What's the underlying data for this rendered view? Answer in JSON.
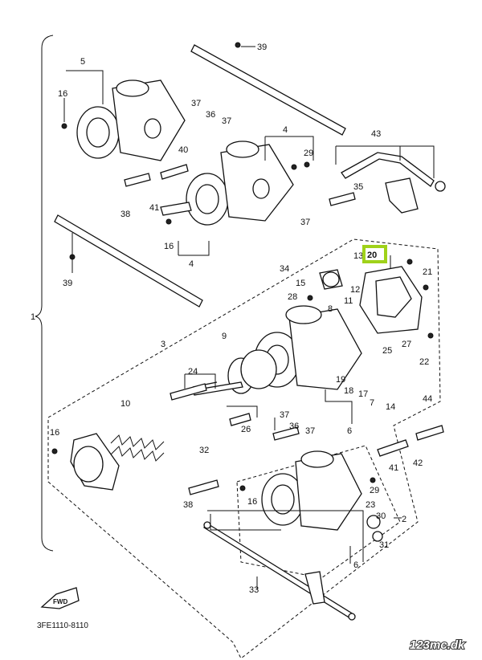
{
  "diagram": {
    "callouts": {
      "c1": "1",
      "c2": "2",
      "c3": "3",
      "c4a": "4",
      "c4b": "4",
      "c5": "5",
      "c6a": "6",
      "c6b": "6",
      "c7": "7",
      "c8": "8",
      "c9": "9",
      "c10": "10",
      "c11": "11",
      "c12": "12",
      "c13": "13",
      "c14": "14",
      "c15": "15",
      "c16a": "16",
      "c16b": "16",
      "c16c": "16",
      "c16d": "16",
      "c17": "17",
      "c18": "18",
      "c19": "19",
      "c20": "20",
      "c21": "21",
      "c22": "22",
      "c23": "23",
      "c24": "24",
      "c25": "25",
      "c26": "26",
      "c27": "27",
      "c28": "28",
      "c29a": "29",
      "c29b": "29",
      "c30": "30",
      "c31": "31",
      "c32": "32",
      "c33": "33",
      "c34": "34",
      "c35": "35",
      "c36a": "36",
      "c36b": "36",
      "c37a": "37",
      "c37b": "37",
      "c37c": "37",
      "c37d": "37",
      "c37e": "37",
      "c38a": "38",
      "c38b": "38",
      "c39a": "39",
      "c39b": "39",
      "c40": "40",
      "c41a": "41",
      "c41b": "41",
      "c42": "42",
      "c43": "43",
      "c44": "44"
    },
    "highlighted_part": "20",
    "highlight_color": "#9fd21a",
    "drawing_code": "3FE1110-8110",
    "front_marker": "FWD",
    "watermark": "123mc.dk"
  }
}
